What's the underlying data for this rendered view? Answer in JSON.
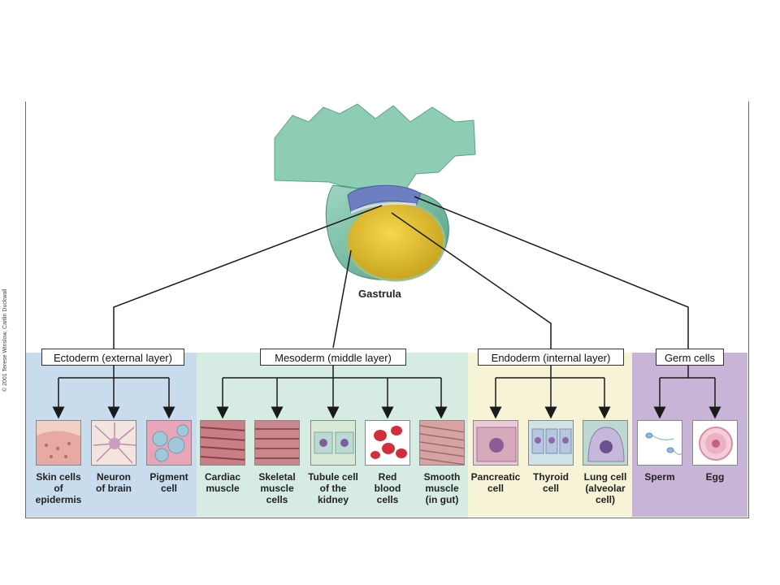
{
  "gastrula_label": "Gastrula",
  "credit": "© 2001 Terese Winslow, Caitlin Duckwall",
  "colors": {
    "ectoderm": "#c9dcee",
    "mesoderm": "#d6ece2",
    "endoderm": "#f6f3d7",
    "germ": "#c8b4d6",
    "line": "#1a1a1a"
  },
  "groups": [
    {
      "label": "Ectoderm (external layer)",
      "cells": [
        {
          "caption": "Skin cells\nof\nepidermis",
          "icon": "epidermis-icon"
        },
        {
          "caption": "Neuron\nof brain",
          "icon": "neuron-icon"
        },
        {
          "caption": "Pigment\ncell",
          "icon": "pigment-cell-icon"
        }
      ]
    },
    {
      "label": "Mesoderm (middle layer)",
      "cells": [
        {
          "caption": "Cardiac\nmuscle",
          "icon": "cardiac-muscle-icon"
        },
        {
          "caption": "Skeletal\nmuscle\ncells",
          "icon": "skeletal-muscle-icon"
        },
        {
          "caption": "Tubule cell\nof the\nkidney",
          "icon": "kidney-tubule-icon"
        },
        {
          "caption": "Red\nblood\ncells",
          "icon": "red-blood-cells-icon"
        },
        {
          "caption": "Smooth\nmuscle\n(in gut)",
          "icon": "smooth-muscle-icon"
        }
      ]
    },
    {
      "label": "Endoderm (internal layer)",
      "cells": [
        {
          "caption": "Pancreatic\ncell",
          "icon": "pancreatic-cell-icon"
        },
        {
          "caption": "Thyroid\ncell",
          "icon": "thyroid-cell-icon"
        },
        {
          "caption": "Lung cell\n(alveolar\ncell)",
          "icon": "lung-cell-icon"
        }
      ]
    },
    {
      "label": "Germ cells",
      "cells": [
        {
          "caption": "Sperm",
          "icon": "sperm-icon"
        },
        {
          "caption": "Egg",
          "icon": "egg-icon"
        }
      ]
    }
  ]
}
